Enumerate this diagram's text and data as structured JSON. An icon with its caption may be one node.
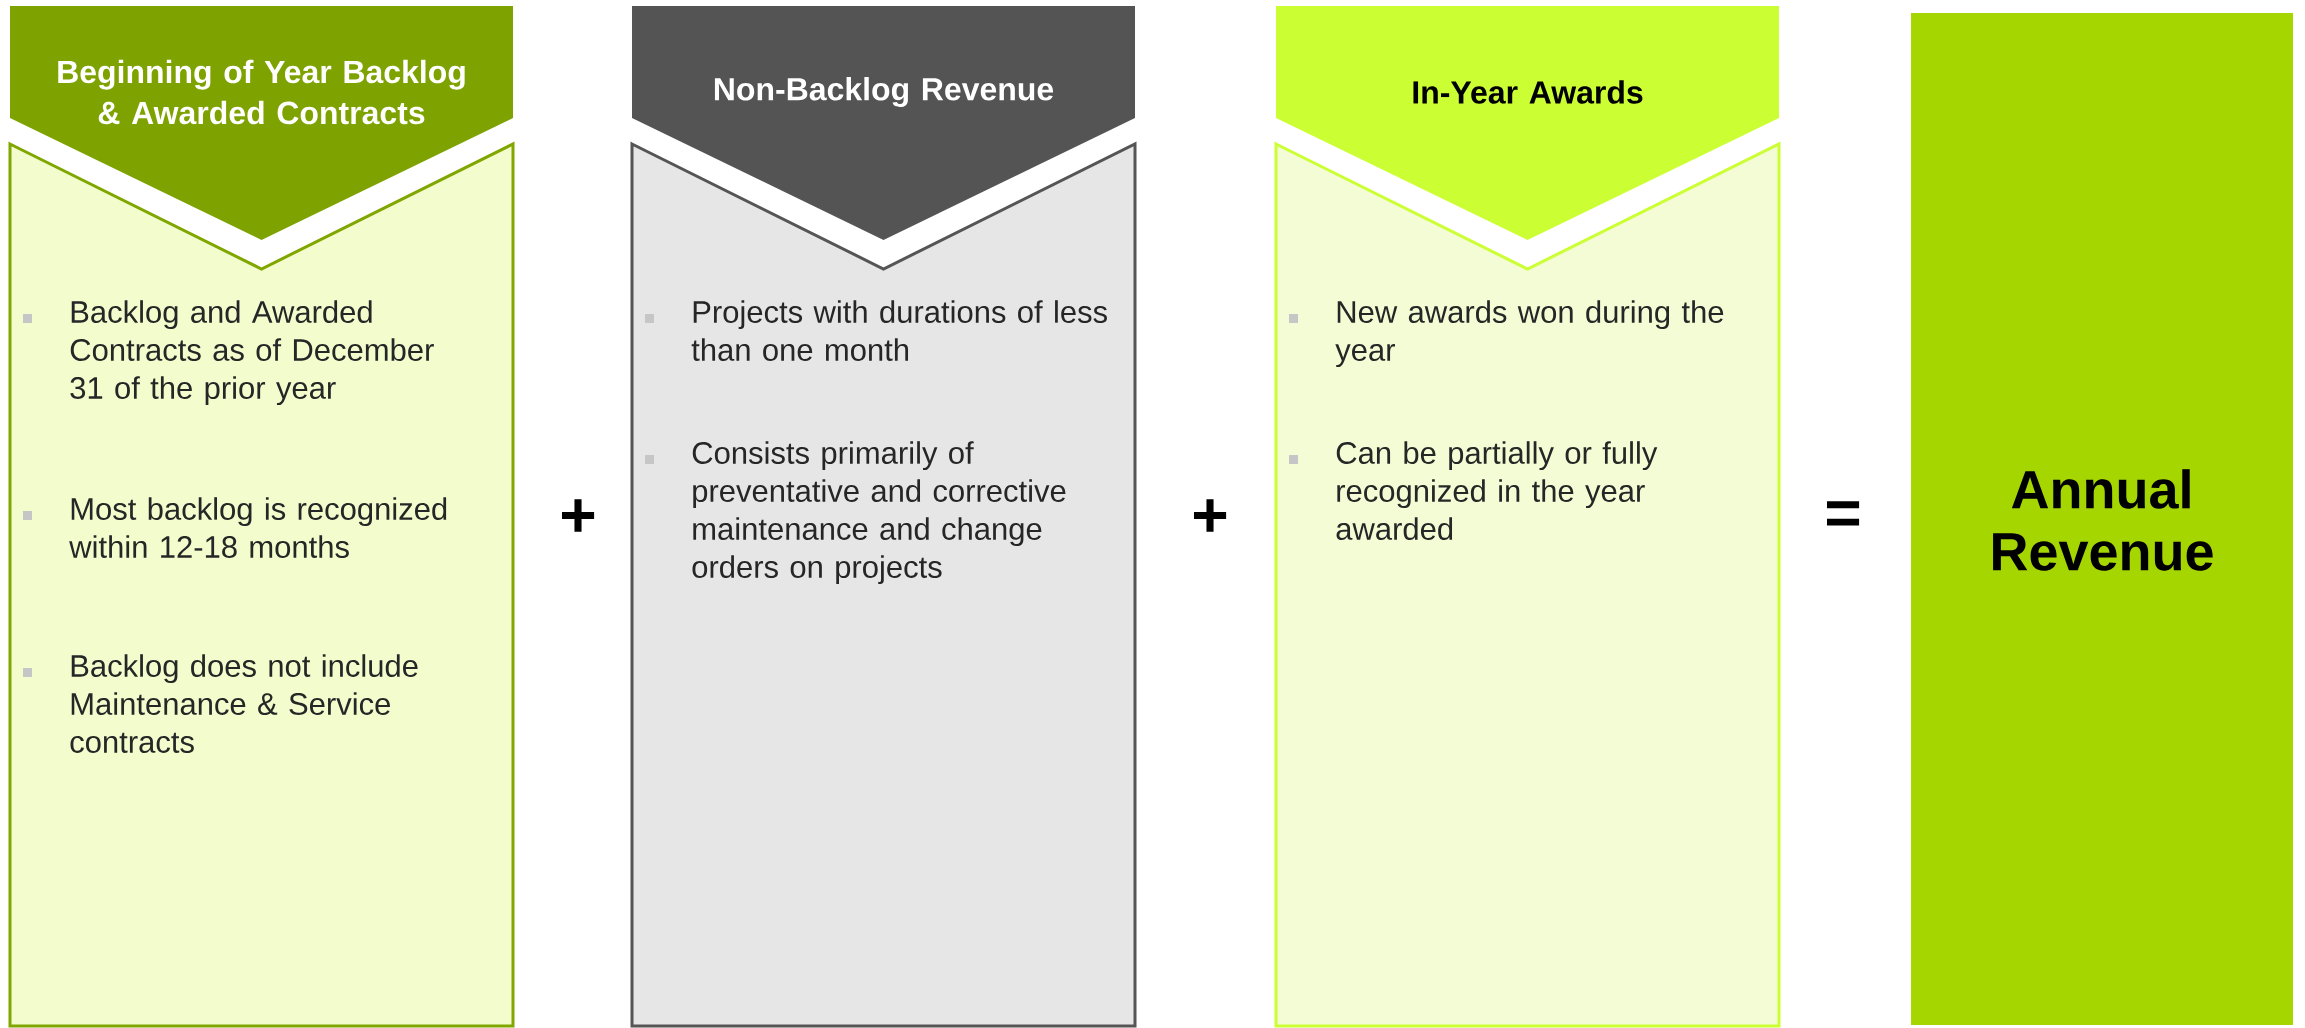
{
  "diagram": {
    "nodes": [
      {
        "text": [
          "Beginning of Year Backlog & Awarded Contracts"
        ]
      },
      {
        "text": [
          "Backlog and Awarded Contracts as of December 31 of the prior year",
          "Most backlog is recognized within 12-18 months",
          "Backlog does not include Maintenance & Service contracts"
        ]
      },
      {
        "text": [
          "Non-Backlog Revenue"
        ]
      },
      {
        "text": [
          "Projects with durations of less than one month",
          "Consists primarily of preventative and corrective maintenance and change orders on projects"
        ]
      },
      {
        "text": [
          "In-Year Awards"
        ]
      },
      {
        "text": [
          "New awards won during the year",
          "Can be partially or fully recognized in the year awarded"
        ]
      },
      {
        "text": [
          "Annual Revenue"
        ]
      }
    ],
    "labels": [
      "+",
      "+",
      "="
    ]
  }
}
